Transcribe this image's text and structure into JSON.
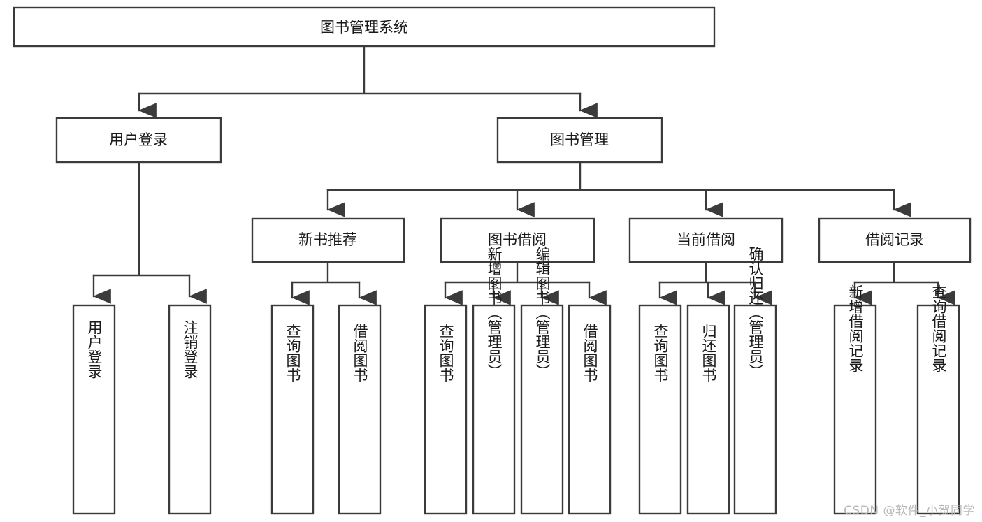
{
  "diagram": {
    "type": "tree",
    "title": "图书管理系统",
    "watermark": "CSDN @软件_小贺同学",
    "colors": {
      "box_stroke": "#3b3b3b",
      "box_fill": "#ffffff",
      "text": "#1a1a1a",
      "background": "#ffffff",
      "watermark": "#b8b8b8"
    },
    "levels": {
      "root": "图书管理系统",
      "level2": [
        "用户登录",
        "图书管理"
      ],
      "level3": [
        "新书推荐",
        "图书借阅",
        "当前借阅",
        "借阅记录"
      ]
    },
    "nodes": {
      "root": {
        "label": "图书管理系统",
        "orientation": "horizontal"
      },
      "user_login": {
        "label": "用户登录",
        "orientation": "horizontal"
      },
      "book_manage": {
        "label": "图书管理",
        "orientation": "horizontal"
      },
      "new_book_rec": {
        "label": "新书推荐",
        "orientation": "horizontal"
      },
      "book_borrow": {
        "label": "图书借阅",
        "orientation": "horizontal"
      },
      "current_borrow": {
        "label": "当前借阅",
        "orientation": "horizontal"
      },
      "borrow_record": {
        "label": "借阅记录",
        "orientation": "horizontal"
      },
      "leaf_user_login": {
        "label": "用户登录",
        "orientation": "vertical"
      },
      "leaf_logout_login": {
        "label": "注销登录",
        "orientation": "vertical"
      },
      "leaf_query_book_1": {
        "label": "查询图书",
        "orientation": "vertical"
      },
      "leaf_borrow_book_1": {
        "label": "借阅图书",
        "orientation": "vertical"
      },
      "leaf_query_book_2": {
        "label": "查询图书",
        "orientation": "vertical"
      },
      "leaf_add_book_admin": {
        "label": "新增图书（管理员）",
        "orientation": "vertical"
      },
      "leaf_edit_book_admin": {
        "label": "编辑图书（管理员）",
        "orientation": "vertical"
      },
      "leaf_borrow_book_2": {
        "label": "借阅图书",
        "orientation": "vertical"
      },
      "leaf_query_book_3": {
        "label": "查询图书",
        "orientation": "vertical"
      },
      "leaf_return_book": {
        "label": "归还图书",
        "orientation": "vertical"
      },
      "leaf_confirm_return_admin": {
        "label": "确认归还（管理员）",
        "orientation": "vertical"
      },
      "leaf_add_borrow_record": {
        "label": "新增借阅记录",
        "orientation": "vertical"
      },
      "leaf_query_borrow_record": {
        "label": "查询借阅记录",
        "orientation": "vertical"
      }
    },
    "edges": [
      {
        "from": "root",
        "to": "user_login"
      },
      {
        "from": "root",
        "to": "book_manage"
      },
      {
        "from": "user_login",
        "to": "leaf_user_login"
      },
      {
        "from": "user_login",
        "to": "leaf_logout_login"
      },
      {
        "from": "book_manage",
        "to": "new_book_rec"
      },
      {
        "from": "book_manage",
        "to": "book_borrow"
      },
      {
        "from": "book_manage",
        "to": "current_borrow"
      },
      {
        "from": "book_manage",
        "to": "borrow_record"
      },
      {
        "from": "new_book_rec",
        "to": "leaf_query_book_1"
      },
      {
        "from": "new_book_rec",
        "to": "leaf_borrow_book_1"
      },
      {
        "from": "book_borrow",
        "to": "leaf_query_book_2"
      },
      {
        "from": "book_borrow",
        "to": "leaf_add_book_admin"
      },
      {
        "from": "book_borrow",
        "to": "leaf_edit_book_admin"
      },
      {
        "from": "book_borrow",
        "to": "leaf_borrow_book_2"
      },
      {
        "from": "current_borrow",
        "to": "leaf_query_book_3"
      },
      {
        "from": "current_borrow",
        "to": "leaf_return_book"
      },
      {
        "from": "current_borrow",
        "to": "leaf_confirm_return_admin"
      },
      {
        "from": "borrow_record",
        "to": "leaf_add_borrow_record"
      },
      {
        "from": "borrow_record",
        "to": "leaf_query_borrow_record"
      }
    ]
  }
}
